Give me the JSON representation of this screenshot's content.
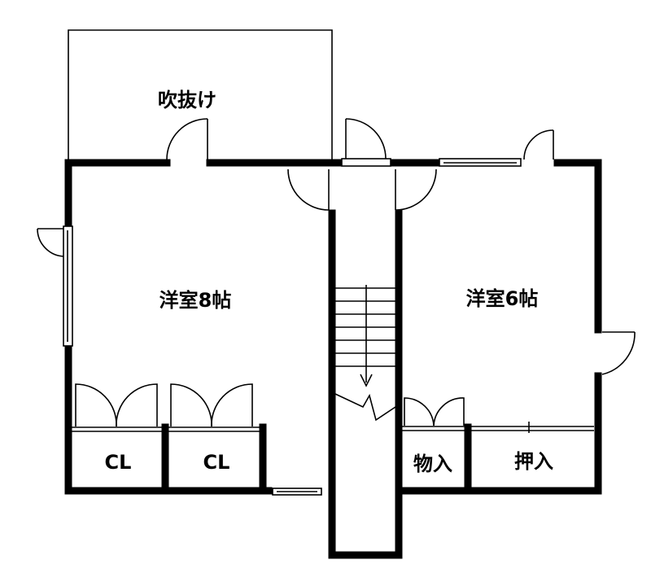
{
  "rooms": {
    "void": "吹抜け",
    "western_8": "洋室8帖",
    "western_6": "洋室6帖",
    "closet_1": "CL",
    "closet_2": "CL",
    "storage": "物入",
    "oshiire": "押入"
  },
  "colors": {
    "wall": "#000000",
    "background": "#ffffff"
  }
}
